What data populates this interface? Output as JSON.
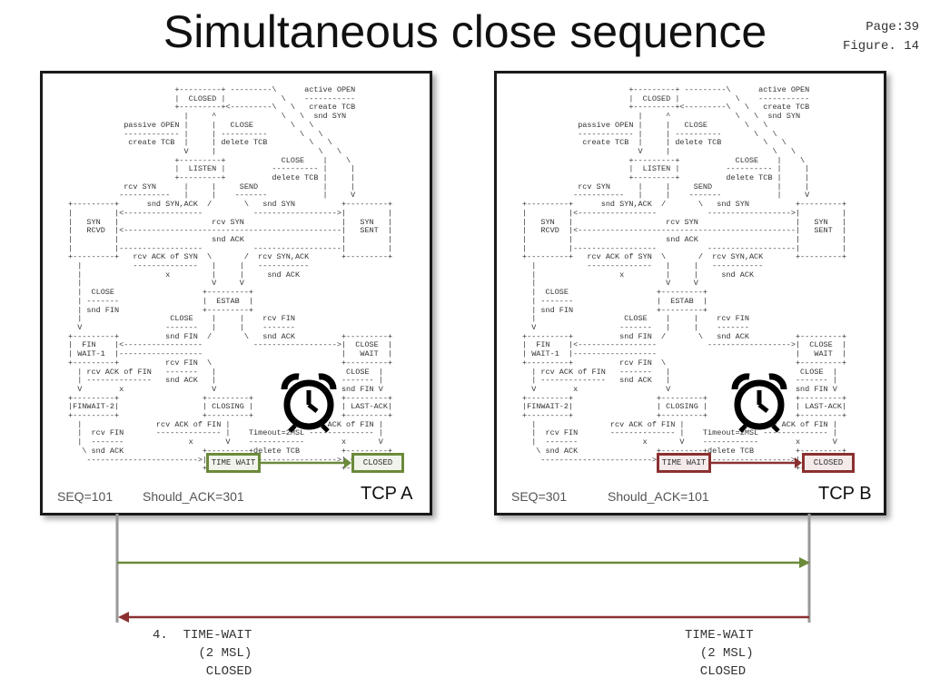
{
  "title": "Simultaneous close sequence",
  "page": "Page:39",
  "figure": "Figure. 14",
  "fsm_text": "                       +---------+ ---------\\      active OPEN\n                       |  CLOSED |            \\    -----------\n                       +---------+<---------\\   \\   create TCB\n                         |     ^              \\   \\  snd SYN\n            passive OPEN |     |   CLOSE        \\   \\\n            ------------ |     | ----------       \\   \\\n             create TCB  |     | delete TCB         \\   \\\n                         V     |                      \\   \\\n                       +---------+            CLOSE    |    \\\n                       |  LISTEN |          ---------- |     |\n                       +---------+          delete TCB |     |\n            rcv SYN      |     |     SEND              |     |\n           -----------   |     |    -------            |     V\n+---------+      snd SYN,ACK  /       \\   snd SYN          +---------+\n|         |<-----------------           ------------------>|         |\n|   SYN   |                    rcv SYN                     |   SYN   |\n|   RCVD  |<-----------------------------------------------|   SENT  |\n|         |                    snd ACK                     |         |\n|         |------------------           -------------------|         |\n+---------+   rcv ACK of SYN  \\       /  rcv SYN,ACK       +---------+\n  |           --------------   |     |   -----------\n  |                  x         |     |     snd ACK\n  |                            V     V\n  |  CLOSE                   +---------+\n  | -------                  |  ESTAB  |\n  | snd FIN                  +---------+\n  |                   CLOSE    |     |    rcv FIN\n  V                  -------   |     |    -------\n+---------+          snd FIN  /       \\   snd ACK          +---------+\n|  FIN    |<-----------------           ------------------>|  CLOSE  |\n| WAIT-1  |------------------                              |   WAIT  |\n+---------+          rcv FIN  \\                            +---------+\n  | rcv ACK of FIN   -------   |                            CLOSE  |\n  | --------------   snd ACK   |                           ------- |\n  V        x                   V                           snd FIN V\n+---------+                  +---------+                   +---------+\n|FINWAIT-2|                  | CLOSING |                   | LAST-ACK|\n+---------+                  +---------+                   +---------+\n  |                rcv ACK of FIN |                 rcv ACK of FIN |\n  |  rcv FIN       -------------- |    Timeout=2MSL -------------- |\n  |  -------              x       V    ------------        x       V\n   \\ snd ACK                 +---------+delete TCB         +---------+\n    ------------------------>|TIME WAIT|------------------>| CLOSED  |\n                             +---------+                   +---------+",
  "panel_a": {
    "seq_label": "SEQ=101",
    "ack_label": "Should_ACK=301",
    "tcp_label": "TCP A",
    "time_wait": "TIME WAIT",
    "closed": "CLOSED"
  },
  "panel_b": {
    "seq_label": "SEQ=301",
    "ack_label": "Should_ACK=101",
    "tcp_label": "TCP B",
    "time_wait": "TIME WAIT",
    "closed": "CLOSED"
  },
  "legend_left": "4.  TIME-WAIT\n      (2 MSL)\n       CLOSED",
  "legend_right": "TIME-WAIT\n  (2 MSL)\n  CLOSED",
  "colors": {
    "green": "#6b8a3a",
    "red": "#8b3030",
    "timeline": "#999999"
  }
}
